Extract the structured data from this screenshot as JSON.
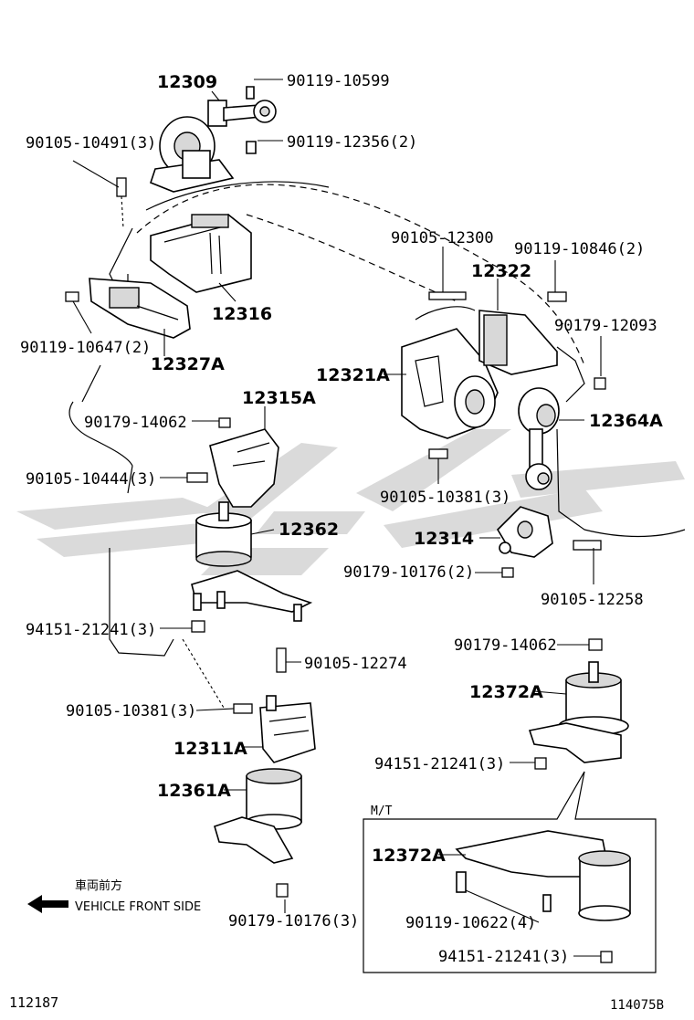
{
  "diagram": {
    "labels": [
      {
        "id": "p12309",
        "text": "12309",
        "big": true
      },
      {
        "id": "b90119_10599",
        "text": "90119-10599"
      },
      {
        "id": "b90105_10491",
        "text": "90105-10491(3)"
      },
      {
        "id": "b90119_12356",
        "text": "90119-12356(2)"
      },
      {
        "id": "p12316",
        "text": "12316",
        "big": true
      },
      {
        "id": "b90119_10647",
        "text": "90119-10647(2)"
      },
      {
        "id": "p12327A",
        "text": "12327A",
        "big": true
      },
      {
        "id": "b90105_12300",
        "text": "90105-12300"
      },
      {
        "id": "b90119_10846",
        "text": "90119-10846(2)"
      },
      {
        "id": "p12322",
        "text": "12322",
        "big": true
      },
      {
        "id": "b90179_12093",
        "text": "90179-12093"
      },
      {
        "id": "p12321A",
        "text": "12321A",
        "big": true
      },
      {
        "id": "p12315A",
        "text": "12315A",
        "big": true
      },
      {
        "id": "p12364A",
        "text": "12364A",
        "big": true
      },
      {
        "id": "n90179_14062a",
        "text": "90179-14062"
      },
      {
        "id": "b90105_10444",
        "text": "90105-10444(3)"
      },
      {
        "id": "b90105_10381a",
        "text": "90105-10381(3)"
      },
      {
        "id": "p12362",
        "text": "12362",
        "big": true
      },
      {
        "id": "p12314",
        "text": "12314",
        "big": true
      },
      {
        "id": "n90179_10176a",
        "text": "90179-10176(2)"
      },
      {
        "id": "b90105_12258",
        "text": "90105-12258"
      },
      {
        "id": "n94151_21241a",
        "text": "94151-21241(3)"
      },
      {
        "id": "b90105_12274",
        "text": "90105-12274"
      },
      {
        "id": "n90179_14062b",
        "text": "90179-14062"
      },
      {
        "id": "p12372A_a",
        "text": "12372A",
        "big": true
      },
      {
        "id": "b90105_10381b",
        "text": "90105-10381(3)"
      },
      {
        "id": "p12311A",
        "text": "12311A",
        "big": true
      },
      {
        "id": "n94151_21241b",
        "text": "94151-21241(3)"
      },
      {
        "id": "p12361A",
        "text": "12361A",
        "big": true
      },
      {
        "id": "mt",
        "text": "M/T"
      },
      {
        "id": "p12372A_b",
        "text": "12372A",
        "big": true
      },
      {
        "id": "b90119_10622",
        "text": "90119-10622(4)"
      },
      {
        "id": "n94151_21241c",
        "text": "94151-21241(3)"
      },
      {
        "id": "n90179_10176b",
        "text": "90179-10176(3)"
      }
    ],
    "direction": {
      "jp": "車両前方",
      "en": "VEHICLE FRONT SIDE"
    },
    "ref_left": "112187",
    "ref_right": "114075B"
  }
}
